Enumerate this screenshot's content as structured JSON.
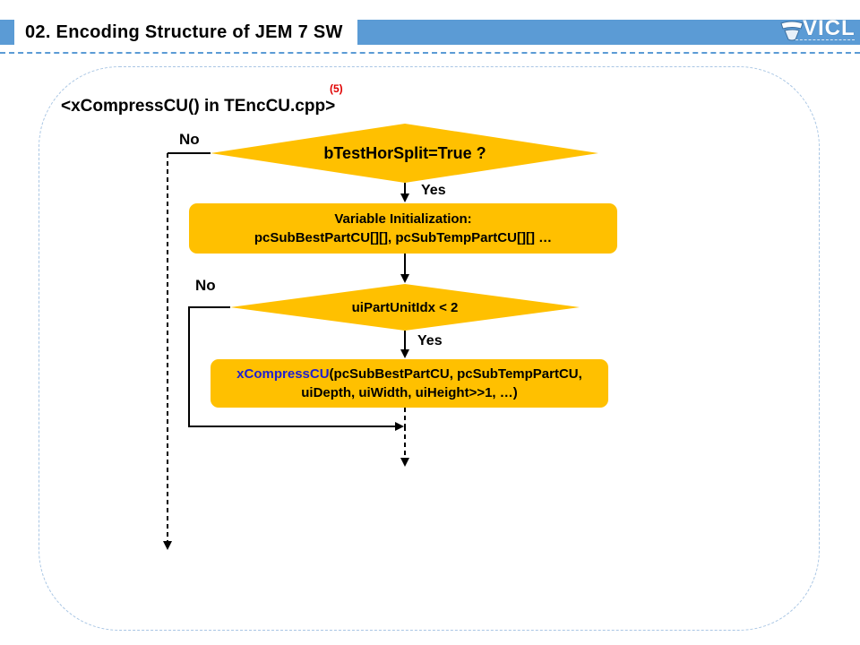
{
  "header": {
    "title": "02. Encoding Structure of JEM 7 SW",
    "logo_text": "VICL"
  },
  "slide": {
    "function_title": "<xCompressCU() in TEncCU.cpp>",
    "marker": "(5)"
  },
  "flowchart": {
    "decision1": {
      "text": "bTestHorSplit=True ?",
      "yes": "Yes",
      "no": "No"
    },
    "process1": {
      "line1": "Variable Initialization:",
      "line2": "pcSubBestPartCU[][], pcSubTempPartCU[][] …"
    },
    "decision2": {
      "text": "uiPartUnitIdx < 2",
      "yes": "Yes",
      "no": "No"
    },
    "process2": {
      "fn_name": "xCompressCU",
      "line1_rest": "(pcSubBestPartCU, pcSubTempPartCU,",
      "line2": "uiDepth, uiWidth, uiHeight>>1, …)"
    }
  },
  "colors": {
    "accent": "#5b9bd5",
    "node_fill": "#ffc000",
    "function_name": "#1f1fd0",
    "marker": "#e00000"
  }
}
